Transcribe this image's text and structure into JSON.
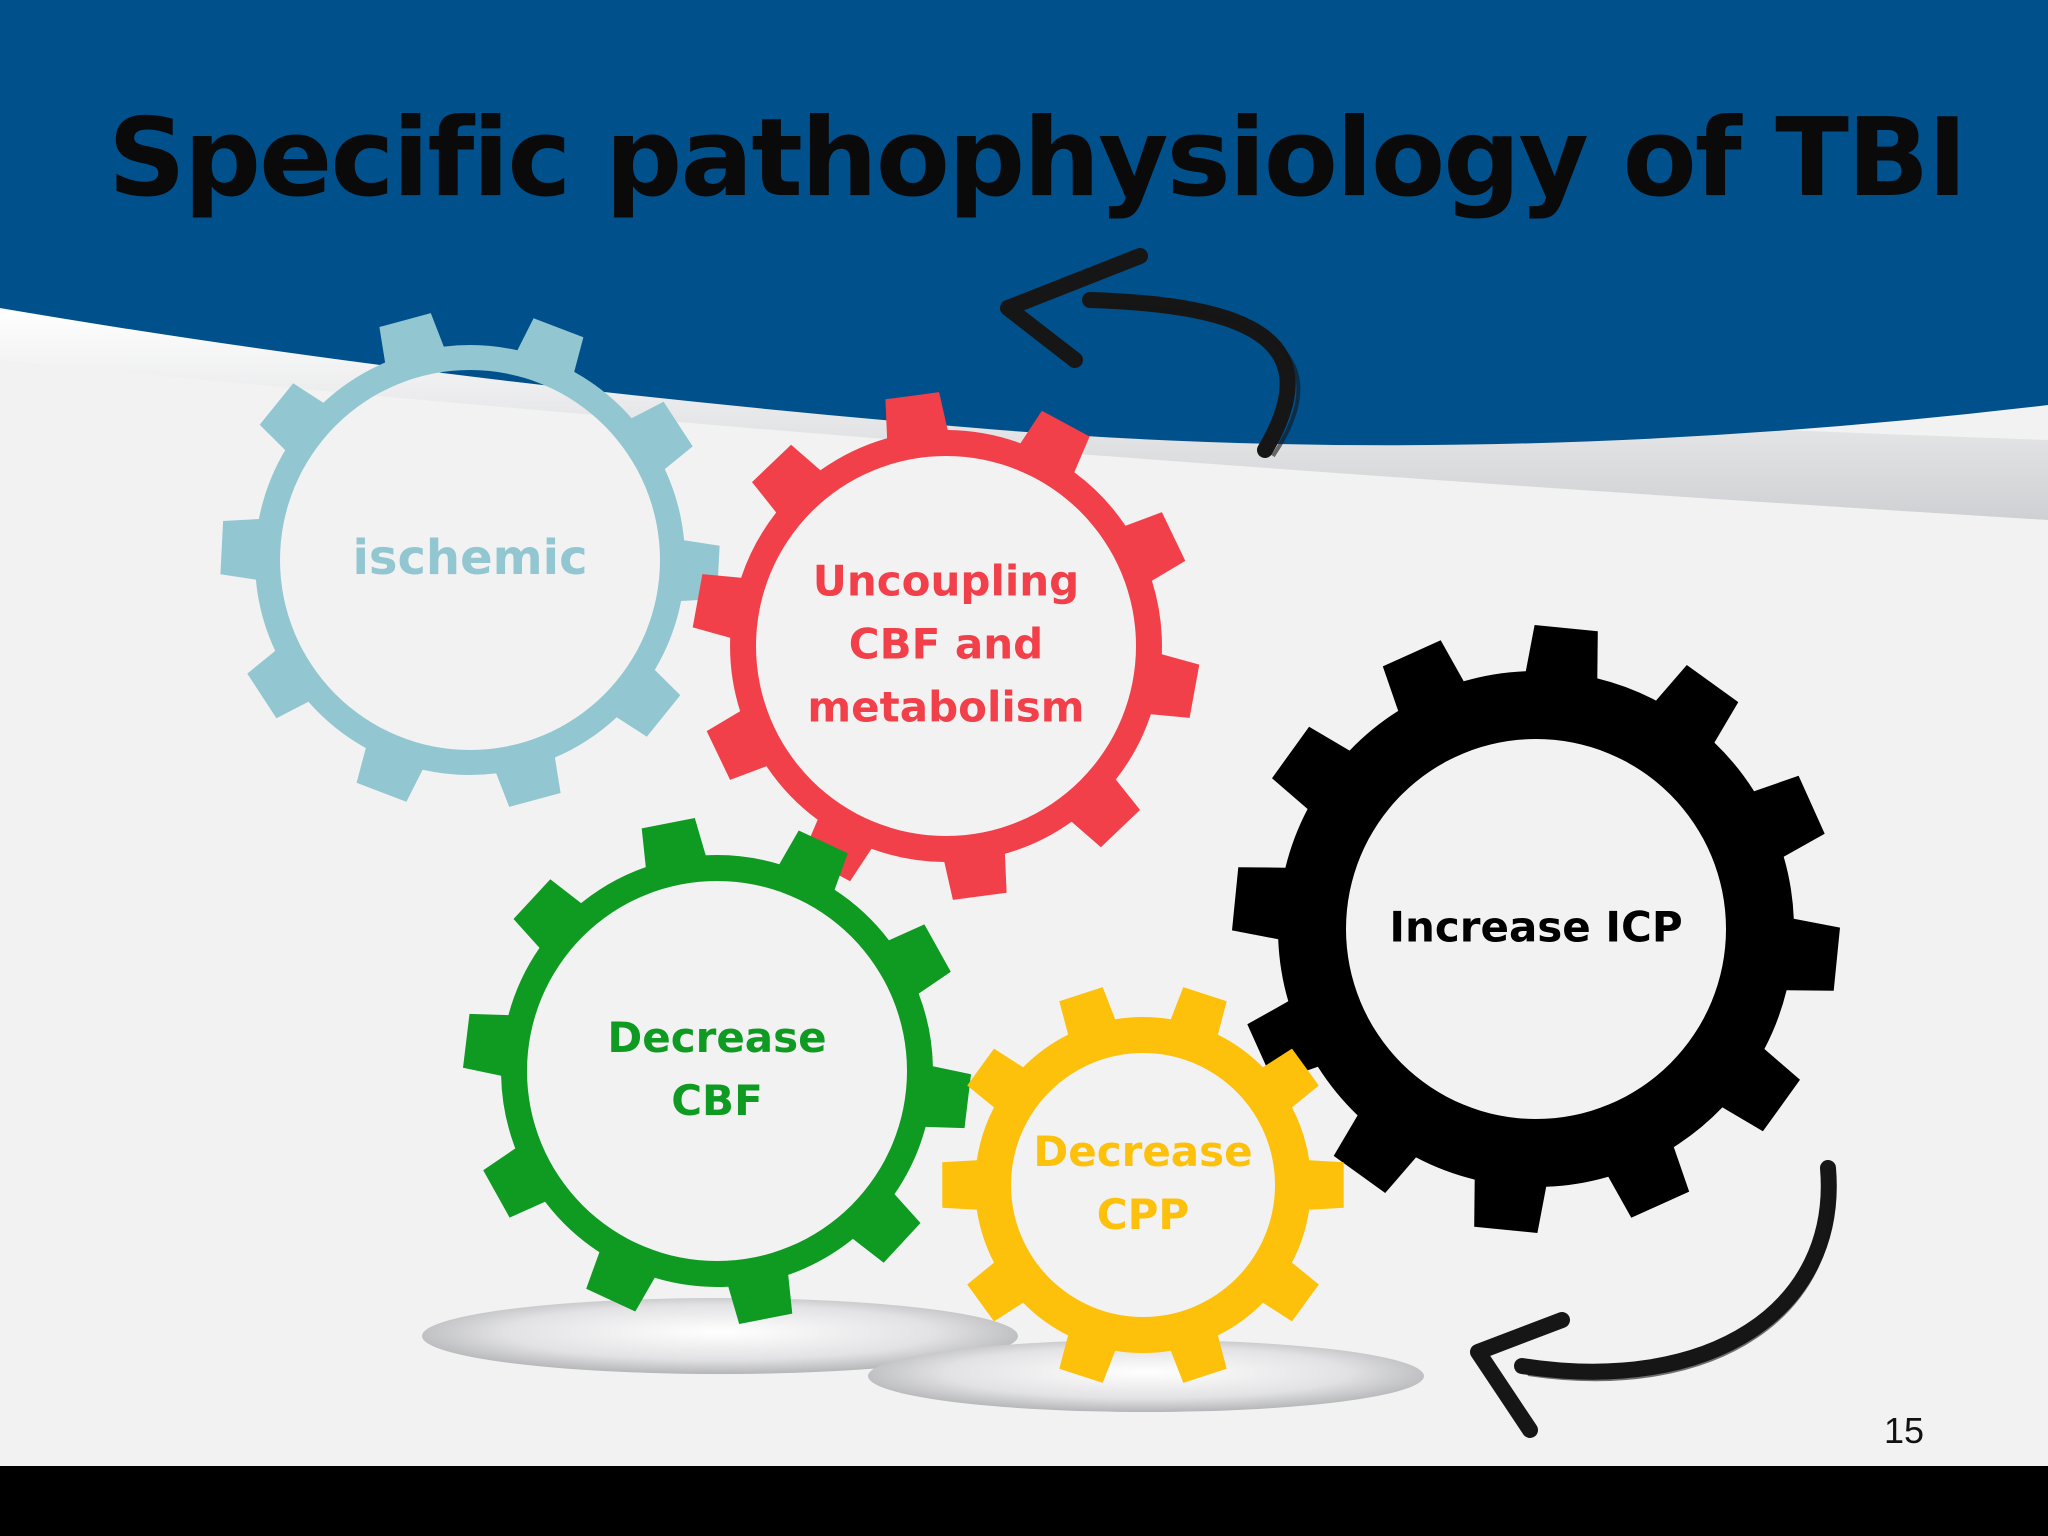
{
  "slide": {
    "title": "Specific pathophysiology of TBI",
    "page_number": "15"
  },
  "colors": {
    "header_blue": "#00508c",
    "background": "#f2f2f3",
    "footer": "#000000"
  },
  "gears": [
    {
      "id": "ischemic",
      "label": "ischemic",
      "color": "#92c6d1",
      "text_color": "#92c6d1"
    },
    {
      "id": "uncoupling",
      "label": "Uncoupling\nCBF and\nmetabolism",
      "color": "#f1404a",
      "text_color": "#f1404a"
    },
    {
      "id": "decrease-cbf",
      "label": "Decrease\nCBF",
      "color": "#0f9a22",
      "text_color": "#0f9a22"
    },
    {
      "id": "decrease-cpp",
      "label": "Decrease\nCPP",
      "color": "#fdc00b",
      "text_color": "#fdc00b"
    },
    {
      "id": "increase-icp",
      "label": "Increase ICP",
      "color": "#000000",
      "text_color": "#000000"
    }
  ],
  "arrows": [
    {
      "id": "top-arrow",
      "icon": "curved-arrow-icon",
      "direction": "up-left"
    },
    {
      "id": "bottom-arrow",
      "icon": "curved-arrow-icon",
      "direction": "down-left"
    }
  ]
}
